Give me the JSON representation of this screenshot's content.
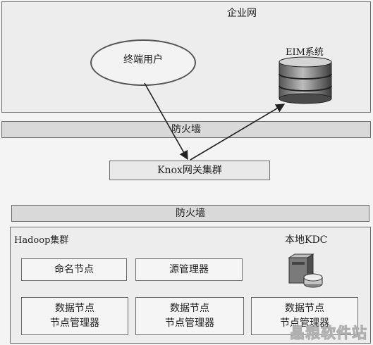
{
  "enterprise": {
    "label": "企业网"
  },
  "end_user": {
    "label": "终端用户"
  },
  "eim": {
    "label": "EIM系统"
  },
  "firewall_top": {
    "label": "防火墙"
  },
  "knox": {
    "label": "Knox网关集群"
  },
  "firewall_bottom": {
    "label": "防火墙"
  },
  "hadoop": {
    "label": "Hadoop集群"
  },
  "kdc": {
    "label": "本地KDC"
  },
  "namenode": {
    "label": "命名节点"
  },
  "resource_manager": {
    "label": "源管理器"
  },
  "datanodes": [
    {
      "line1": "数据节点",
      "line2": "节点管理器"
    },
    {
      "line1": "数据节点",
      "line2": "节点管理器"
    },
    {
      "line1": "数据节点",
      "line2": "节点管理器"
    }
  ],
  "watermark": {
    "text": "晶粮软件站"
  },
  "colors": {
    "border": "#6b6b6b",
    "firewall": "#d9d9d9",
    "background": "#ededed"
  }
}
